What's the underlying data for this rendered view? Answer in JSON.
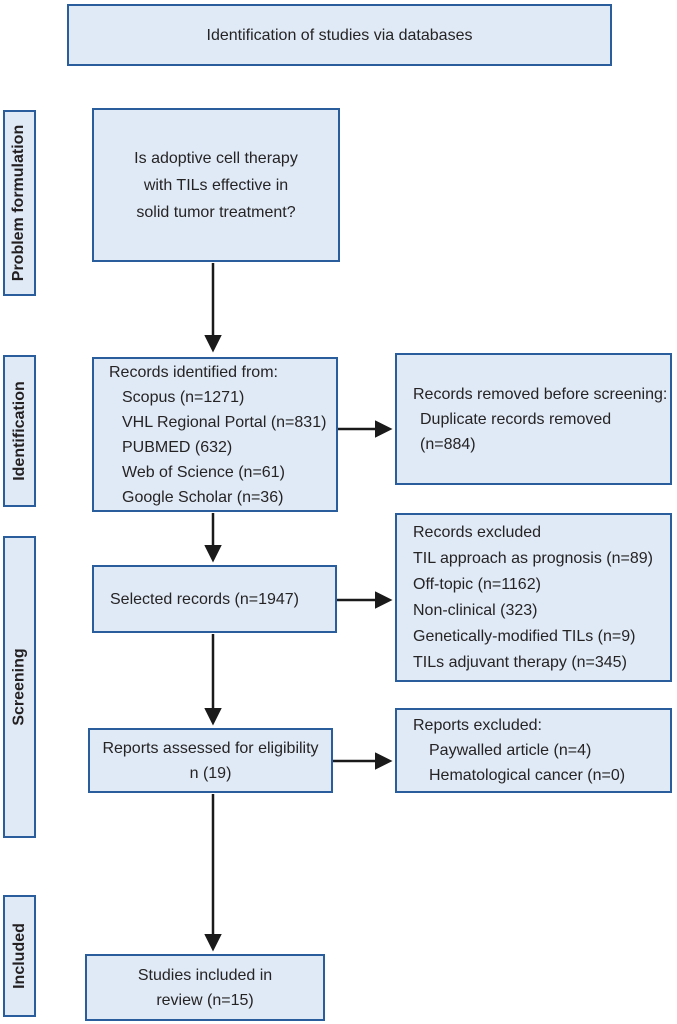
{
  "colors": {
    "box_fill": "#dfeaf6",
    "box_border": "#2a5d9b",
    "text": "#262324",
    "arrow": "#1a1a1a",
    "background": "#ffffff"
  },
  "title_box": {
    "label": "Identification of studies via databases"
  },
  "sidebar": {
    "items": [
      {
        "label": "Problem formulation"
      },
      {
        "label": "Identification"
      },
      {
        "label": "Screening"
      },
      {
        "label": "Included"
      }
    ]
  },
  "flow": {
    "question_box": {
      "lines": [
        "Is adoptive cell therapy",
        "with TILs effective in",
        "solid tumor treatment?"
      ]
    },
    "records_identified": {
      "heading": "Records identified from:",
      "items": [
        "Scopus (n=1271)",
        "VHL Regional Portal (n=831)",
        "PUBMED (632)",
        "Web of Science (n=61)",
        "Google Scholar (n=36)"
      ]
    },
    "records_removed": {
      "heading": "Records removed before screening:",
      "items": [
        "Duplicate records removed (n=884)"
      ]
    },
    "selected_records": {
      "label": "Selected records (n=1947)"
    },
    "records_excluded": {
      "heading": "Records excluded",
      "items": [
        "TIL approach as prognosis (n=89)",
        "Off-topic (n=1162)",
        "Non-clinical (323)",
        "Genetically-modified TILs (n=9)",
        "TILs adjuvant therapy (n=345)"
      ]
    },
    "reports_assessed": {
      "lines": [
        "Reports assessed for eligibility",
        "n (19)"
      ]
    },
    "reports_excluded": {
      "heading": "Reports excluded:",
      "items": [
        "Paywalled article (n=4)",
        "Hematological cancer (n=0)"
      ]
    },
    "studies_included": {
      "lines": [
        "Studies included in",
        "review (n=15)"
      ]
    }
  }
}
